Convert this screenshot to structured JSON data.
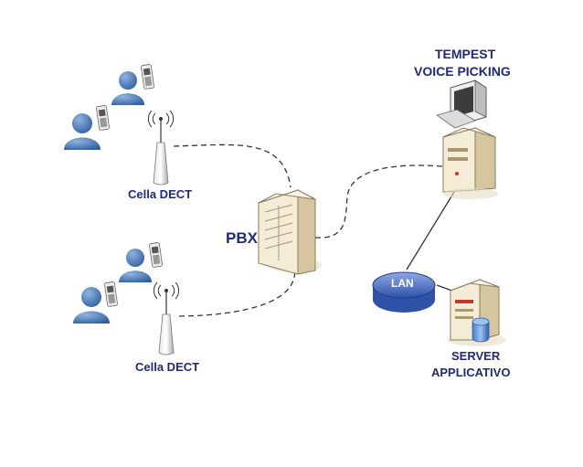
{
  "labels": {
    "cell_top": "Cella DECT",
    "cell_bottom": "Cella DECT",
    "pbx": "PBX",
    "tempest_line1": "TEMPEST",
    "tempest_line2": "VOICE PICKING",
    "lan": "LAN",
    "server_line1": "SERVER",
    "server_line2": "APPLICATIVO"
  },
  "colors": {
    "label_text": "#1f2a7a",
    "person": "#3a6fae",
    "person_light": "#6a98d0",
    "lan_disk": "#4a74c4",
    "dashed_link": "#333333",
    "solid_link": "#333333",
    "server_body": "#f3ead2",
    "server_shade": "#d8c9a4",
    "accent_red": "#c0392b"
  },
  "links": [
    {
      "from": "cell-top",
      "to": "pbx",
      "style": "dashed"
    },
    {
      "from": "cell-bottom",
      "to": "pbx",
      "style": "dashed"
    },
    {
      "from": "pbx",
      "to": "tempest-server",
      "style": "dashed"
    },
    {
      "from": "tempest-server",
      "to": "lan",
      "style": "solid"
    },
    {
      "from": "lan",
      "to": "app-server",
      "style": "solid"
    }
  ]
}
